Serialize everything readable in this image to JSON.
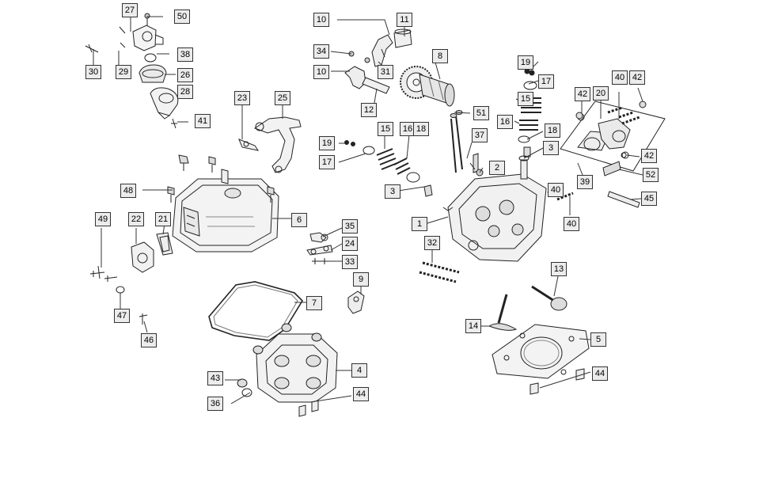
{
  "diagram": {
    "callouts": [
      "1",
      "2",
      "3",
      "3",
      "4",
      "5",
      "6",
      "7",
      "8",
      "9",
      "10",
      "10",
      "11",
      "12",
      "13",
      "14",
      "15",
      "15",
      "16",
      "16",
      "17",
      "17",
      "18",
      "18",
      "19",
      "19",
      "20",
      "21",
      "22",
      "23",
      "24",
      "25",
      "26",
      "27",
      "28",
      "29",
      "30",
      "31",
      "32",
      "33",
      "34",
      "35",
      "36",
      "37",
      "38",
      "39",
      "40",
      "40",
      "40",
      "41",
      "42",
      "42",
      "42",
      "43",
      "44",
      "44",
      "45",
      "46",
      "47",
      "48",
      "49",
      "50",
      "51",
      "52"
    ]
  }
}
